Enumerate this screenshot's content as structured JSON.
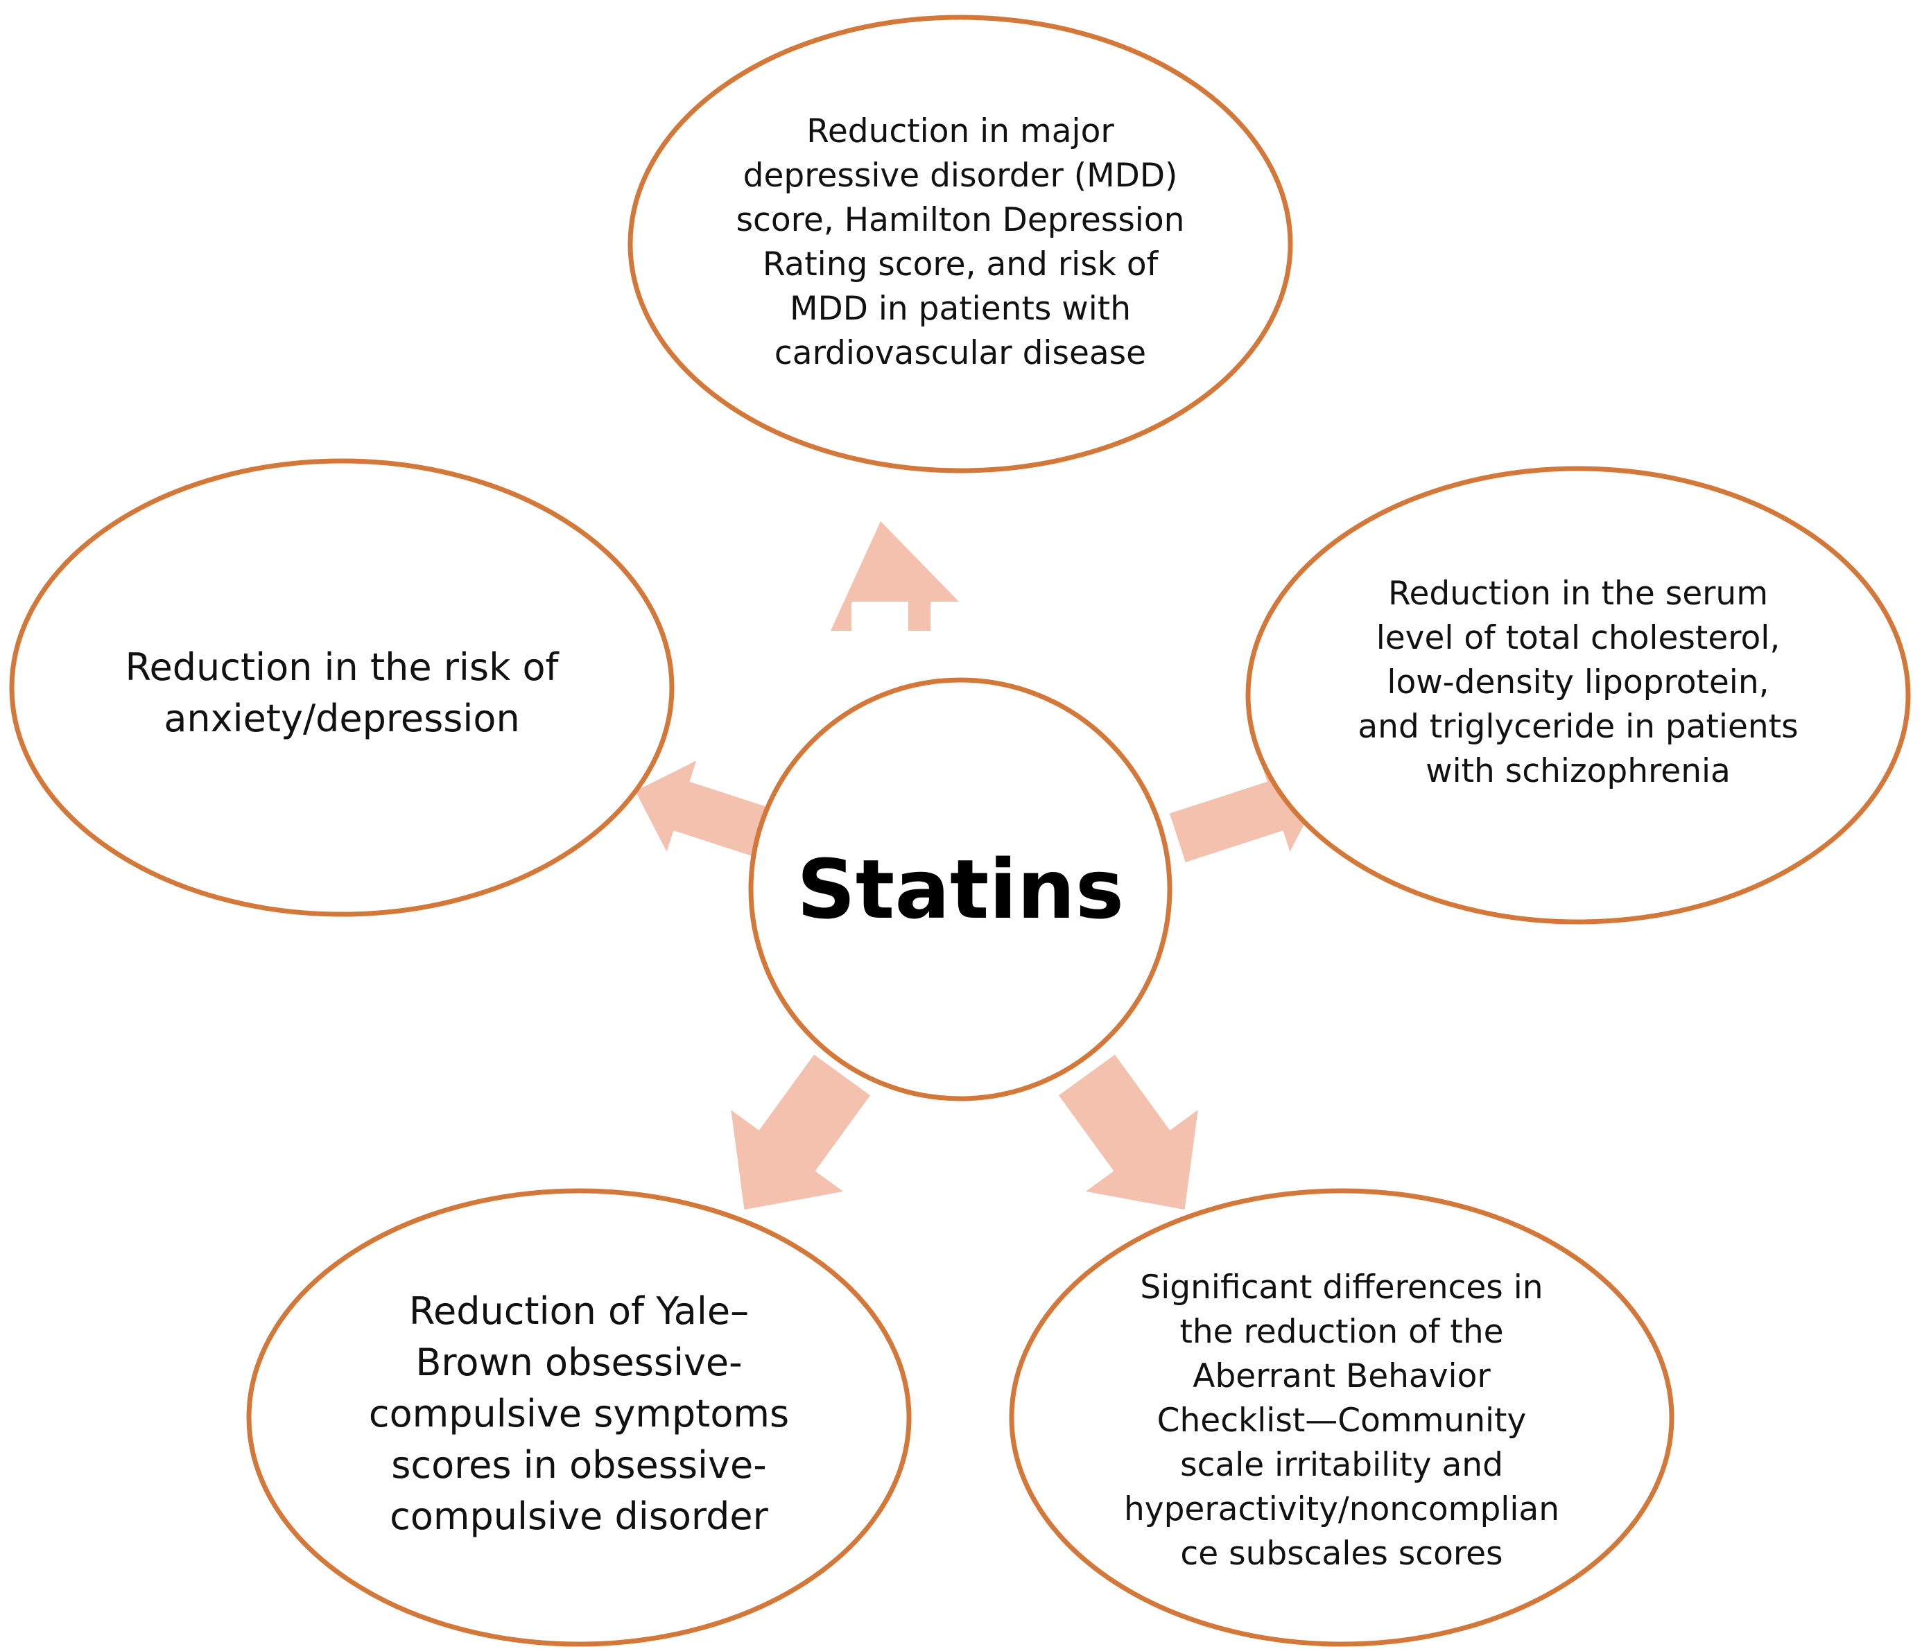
{
  "colors": {
    "outline": "#D4783A",
    "arrow": "#F4C1AE",
    "text": "#111111"
  },
  "hub": {
    "label": "Statins"
  },
  "effects": {
    "top": {
      "lines": [
        "Reduction in major",
        "depressive disorder (MDD)",
        "score, Hamilton Depression",
        "Rating score, and risk of",
        "MDD in patients with",
        "cardiovascular disease"
      ]
    },
    "right": {
      "lines": [
        "Reduction in  the serum",
        "level of total cholesterol,",
        "low-density lipoprotein,",
        "and triglyceride in patients",
        "with schizophrenia"
      ]
    },
    "bottom_right": {
      "lines": [
        "Significant differences in",
        "the reduction of the",
        "Aberrant Behavior",
        "Checklist—Community",
        "scale irritability and",
        "hyperactivity/noncomplian",
        "ce subscales scores"
      ]
    },
    "bottom_left": {
      "lines": [
        "Reduction of Yale–",
        "Brown obsessive-",
        "compulsive symptoms",
        "scores in obsessive-",
        "compulsive disorder"
      ]
    },
    "left": {
      "lines": [
        "Reduction in the risk of",
        "anxiety/depression"
      ]
    }
  }
}
